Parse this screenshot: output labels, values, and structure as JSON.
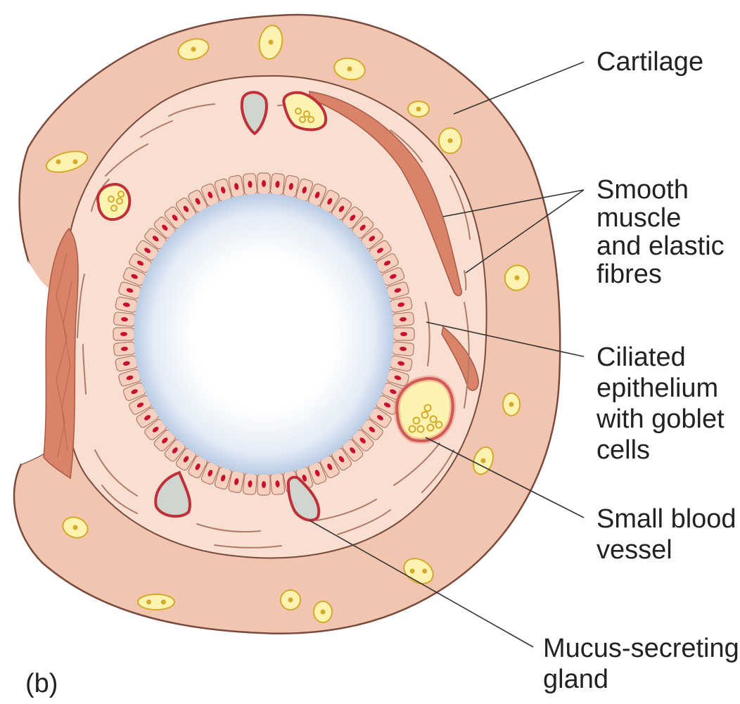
{
  "panel_label": "(b)",
  "labels": {
    "cartilage": "Cartilage",
    "smooth_muscle": [
      "Smooth",
      "muscle",
      "and elastic",
      "fibres"
    ],
    "ciliated_epithelium": [
      "Ciliated",
      "epithelium",
      "with goblet",
      "cells"
    ],
    "blood_vessel": [
      "Small blood",
      "vessel"
    ],
    "mucus_gland": [
      "Mucus-secreting",
      "gland"
    ]
  },
  "colors": {
    "cartilage": "#f2c5b0",
    "cartilage_outline": "#7a4a3c",
    "submucosa": "#f9dfd2",
    "cell_fill": "#f5cfc0",
    "nucleus": "#c8102e",
    "smooth_muscle": "#d9846a",
    "chondrocyte": "#fdf3b0",
    "chondrocyte_outline": "#d4a92a",
    "gland": "#cfd6d0",
    "vessel_outline": "#c0303a"
  }
}
